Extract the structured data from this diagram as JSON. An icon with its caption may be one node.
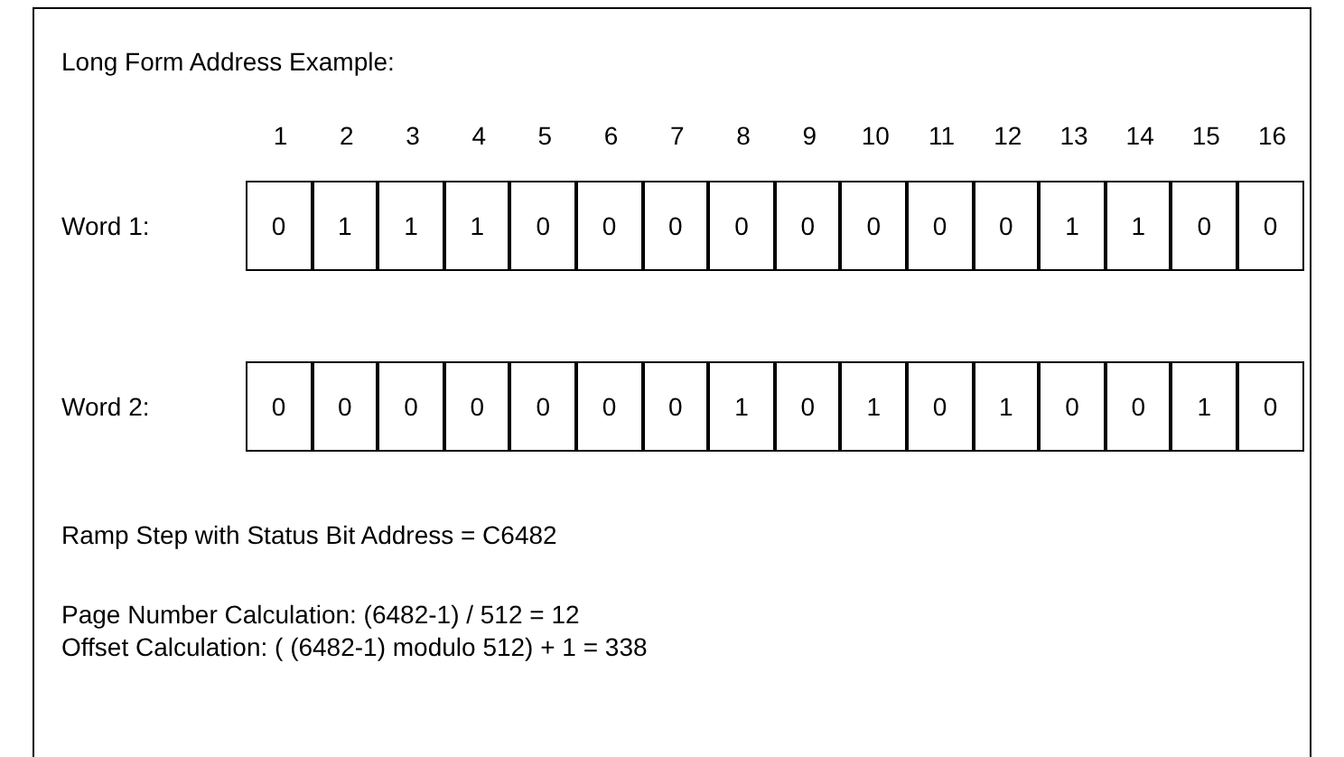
{
  "diagram": {
    "title": "Long Form Address Example:",
    "labels": [
      "1",
      "2",
      "3",
      "4",
      "5",
      "6",
      "7",
      "8",
      "9",
      "10",
      "11",
      "12",
      "13",
      "14",
      "15",
      "16",
      "Word 1:",
      "0",
      "1",
      "1",
      "1",
      "0",
      "0",
      "0",
      "0",
      "0",
      "0",
      "0",
      "0",
      "1",
      "1",
      "0",
      "0",
      "Word 2:",
      "0",
      "0",
      "0",
      "0",
      "0",
      "0",
      "0",
      "1",
      "0",
      "1",
      "0",
      "1",
      "0",
      "0",
      "1",
      "0",
      "Ramp Step with Status Bit Address = C6482",
      "Page Number Calculation: (6482-1) / 512 = 12",
      "Offset Calculation: ( (6482-1) modulo 512) + 1 = 338"
    ]
  }
}
